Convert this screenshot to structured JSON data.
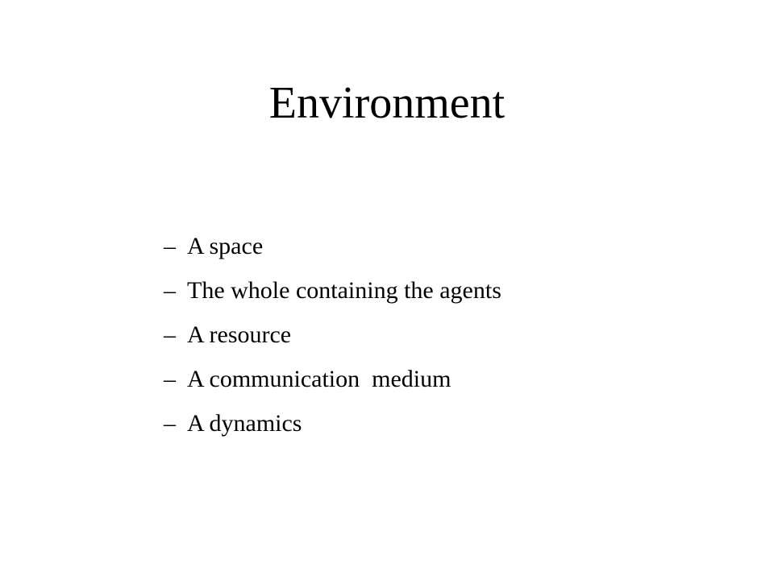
{
  "slide": {
    "title": "Environment",
    "bullets": [
      {
        "marker": "–",
        "text": "A space"
      },
      {
        "marker": "–",
        "text": "The whole containing the agents"
      },
      {
        "marker": "–",
        "text": "A resource"
      },
      {
        "marker": "–",
        "text": "A communication  medium"
      },
      {
        "marker": "–",
        "text": "A dynamics"
      }
    ]
  },
  "colors": {
    "background": "#ffffff",
    "text": "#000000"
  }
}
